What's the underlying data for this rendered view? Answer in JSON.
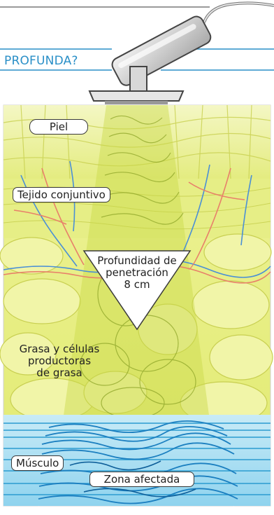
{
  "heading": "PROFUNDA?",
  "labels": {
    "skin": "Piel",
    "connective_tissue": "Tejido conjuntivo",
    "depth_line1": "Profundidad de",
    "depth_line2": "penetración",
    "depth_line3": "8 cm",
    "fat_line1": "Grasa y células",
    "fat_line2": "productoras",
    "fat_line3": "de grasa",
    "muscle": "Músculo",
    "affected_zone": "Zona afectada"
  },
  "colors": {
    "heading": "#2a8fc7",
    "skin_layer": "#e9f089",
    "fat_layer": "#e8ef7e",
    "beam": "#c9d94a",
    "vein": "#4a8fd6",
    "artery": "#e8806a",
    "muscle": "#39a8d8"
  }
}
